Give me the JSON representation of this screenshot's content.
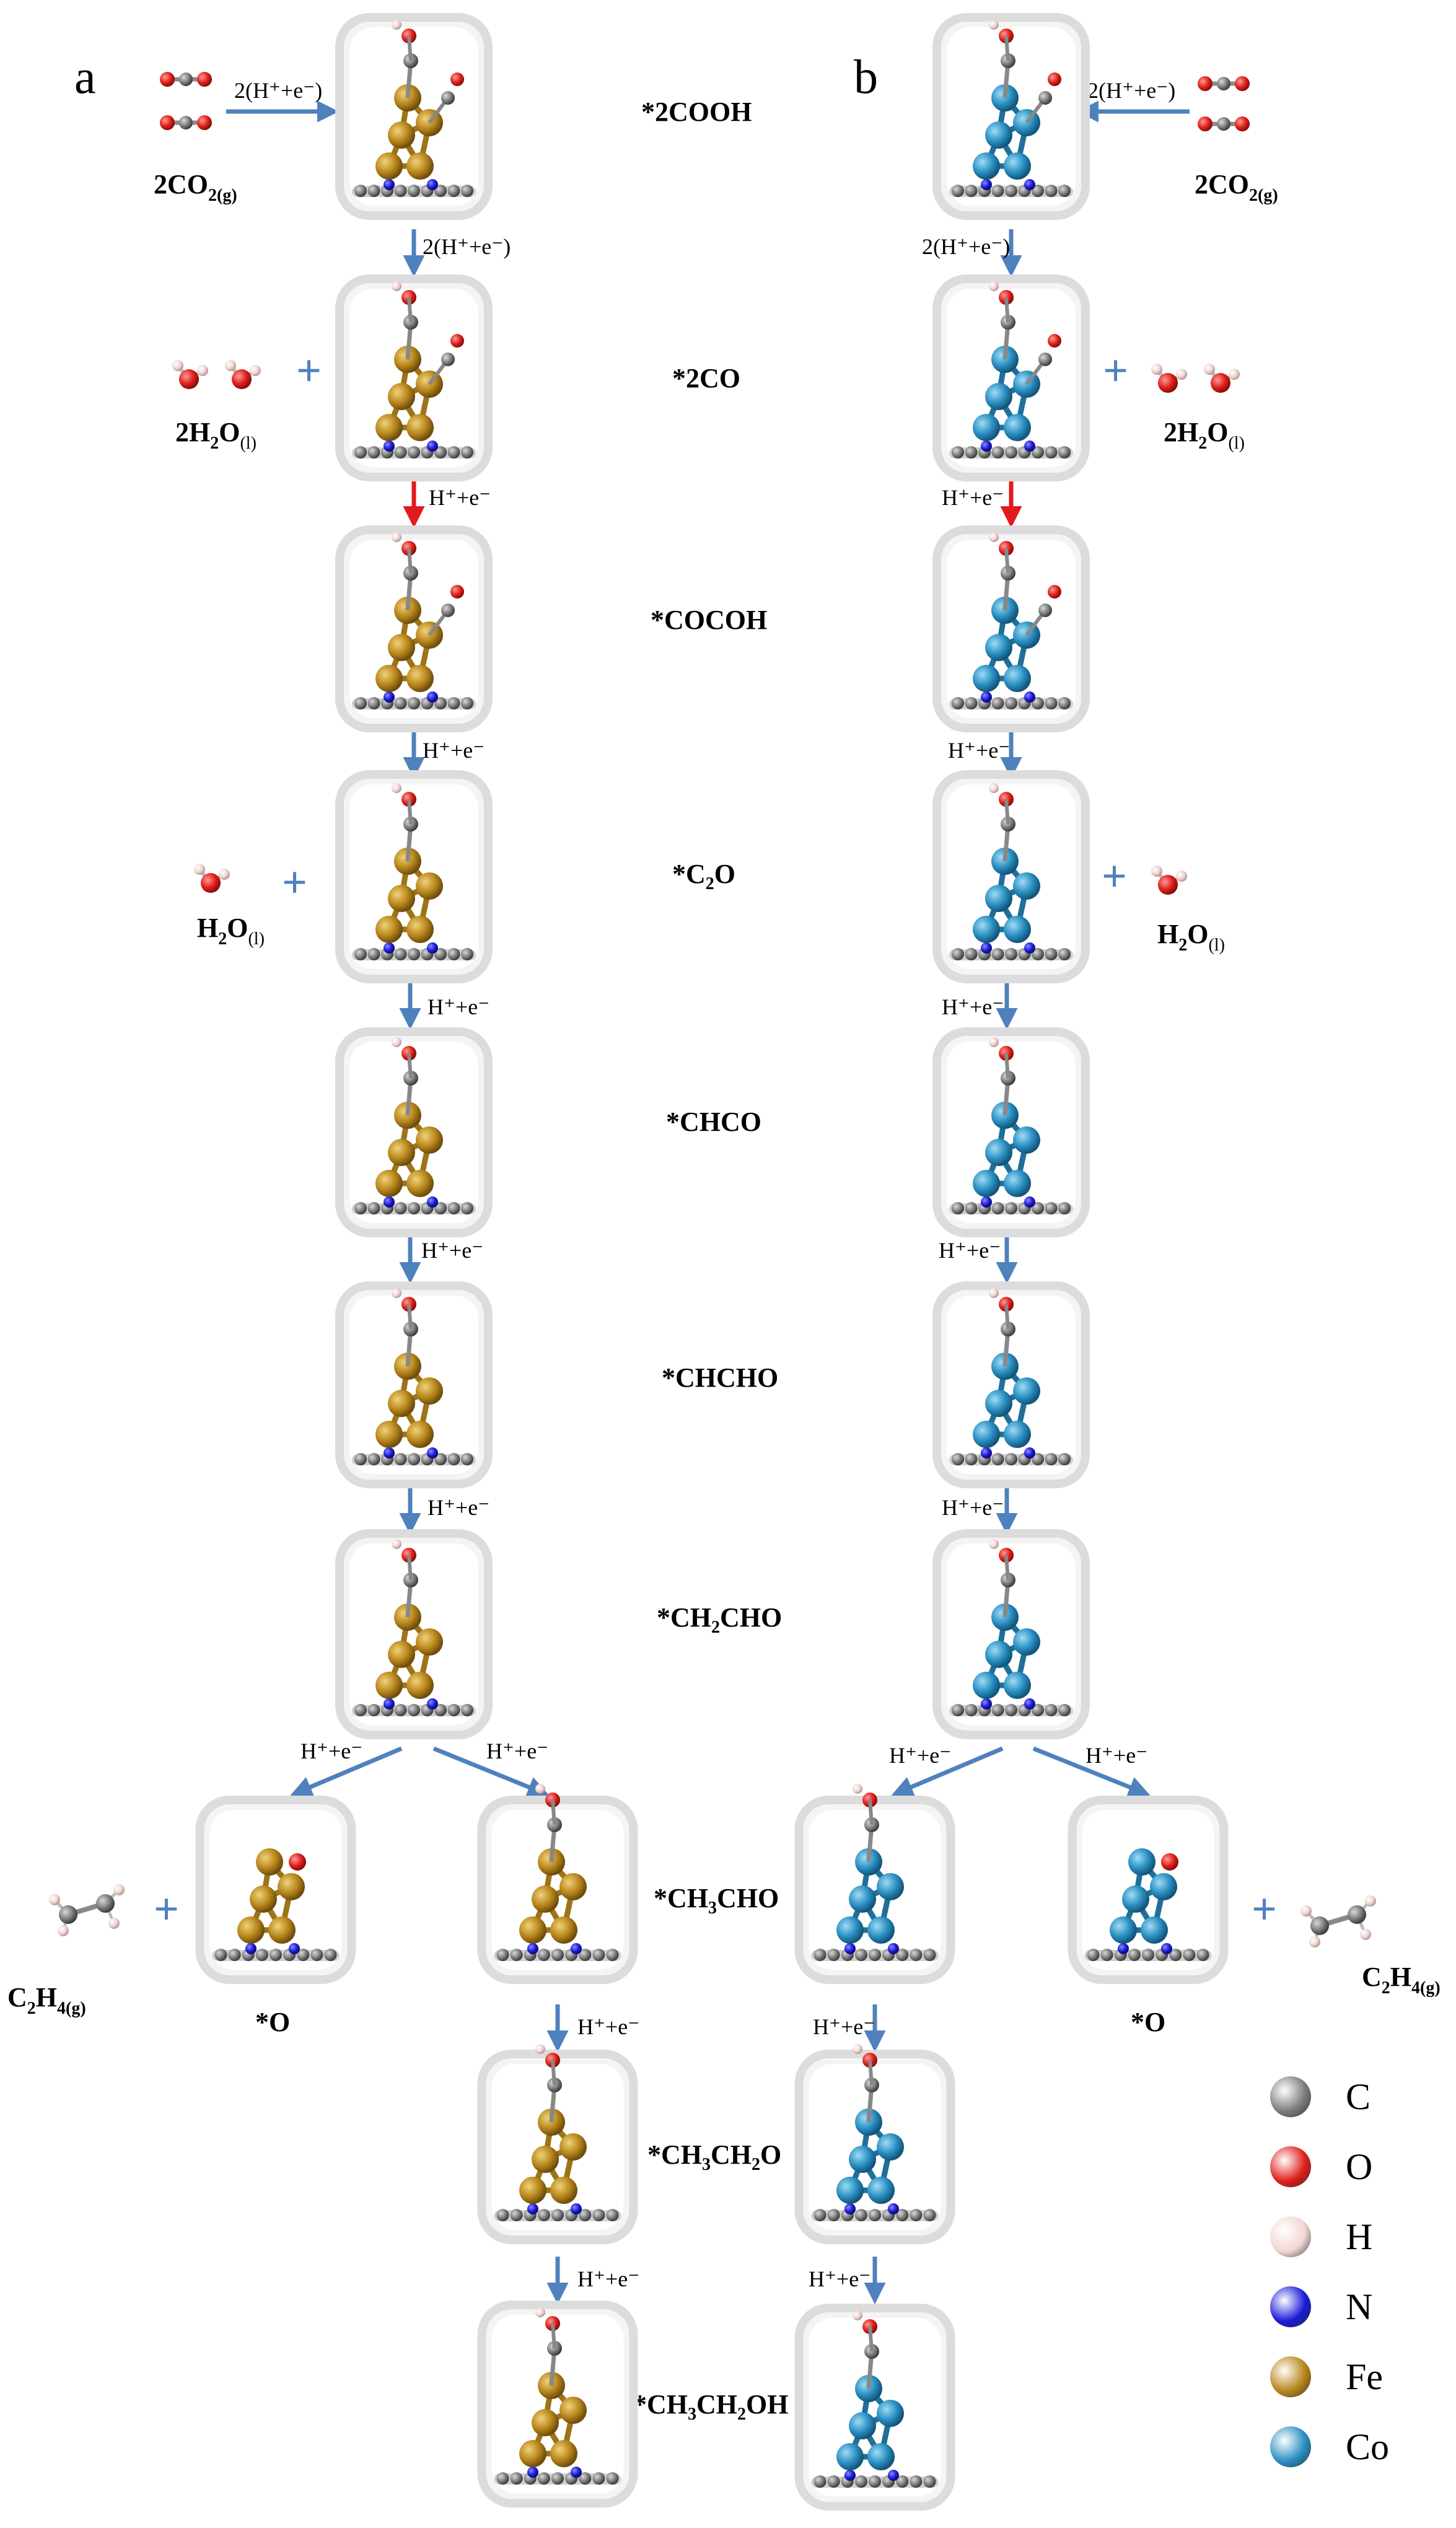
{
  "panels": {
    "a": "a",
    "b": "b"
  },
  "step_labels": {
    "s1": {
      "base": "*2COOH",
      "sub": ""
    },
    "s2": {
      "base": "*2CO",
      "sub": ""
    },
    "s3": {
      "base": "*COCOH",
      "sub": ""
    },
    "s4": {
      "base": "*C",
      "sub": "2",
      "tail": "O"
    },
    "s5": {
      "base": "*CHCO",
      "sub": ""
    },
    "s6": {
      "base": "*CHCHO",
      "sub": ""
    },
    "s7": {
      "base": "*CH",
      "sub": "2",
      "tail": "CHO"
    },
    "s8": {
      "base": "*CH",
      "sub": "3",
      "tail": "CHO"
    },
    "s9": {
      "base": "*CH",
      "sub": "3",
      "tail": "CH",
      "sub2": "2",
      "tail2": "O"
    },
    "s10": {
      "base": "*CH",
      "sub": "3",
      "tail": "CH",
      "sub2": "2",
      "tail2": "OH"
    },
    "o": "*O"
  },
  "steps": {
    "two_proton_electron": "2(H⁺+e⁻)",
    "proton_electron": "H⁺+e⁻"
  },
  "species": {
    "co2": {
      "base": "2CO",
      "sub": "2(g)"
    },
    "h2o_two": {
      "base": "2H",
      "sub": "2",
      "tail": "O",
      "sub2": "(l)"
    },
    "h2o_one": {
      "base": "H",
      "sub": "2",
      "tail": "O",
      "sub2": "(l)"
    },
    "c2h4": {
      "base": "C",
      "sub": "2",
      "tail": "H",
      "sub2": "4(g)"
    },
    "plus": "+"
  },
  "legend": [
    {
      "label": "C",
      "color": "#7d7d7d"
    },
    {
      "label": "O",
      "color": "#e0201b"
    },
    {
      "label": "H",
      "color": "#f1d6d4"
    },
    {
      "label": "N",
      "color": "#1c1cd9"
    },
    {
      "label": "Fe",
      "color": "#b8861b"
    },
    {
      "label": "Co",
      "color": "#2a8fc2"
    }
  ],
  "colors": {
    "arrow_blue": "#4f81bd",
    "arrow_red": "#e31a1c",
    "fe": "#b8861b",
    "co": "#2a8fc2",
    "frame": "#d9d9d9"
  }
}
